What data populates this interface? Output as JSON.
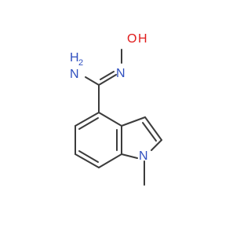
{
  "molecule": {
    "atoms": {
      "hydroxyl": "O",
      "hydroxyl_h": "H",
      "oxime_n": "N",
      "amine_h2": "H",
      "amine_sub": "2",
      "amine_n": "N",
      "ring_n": "N"
    },
    "colors": {
      "bond": "#3c3c3c",
      "nitrogen": "#2f4fbf",
      "oxygen": "#e01b1b"
    }
  }
}
